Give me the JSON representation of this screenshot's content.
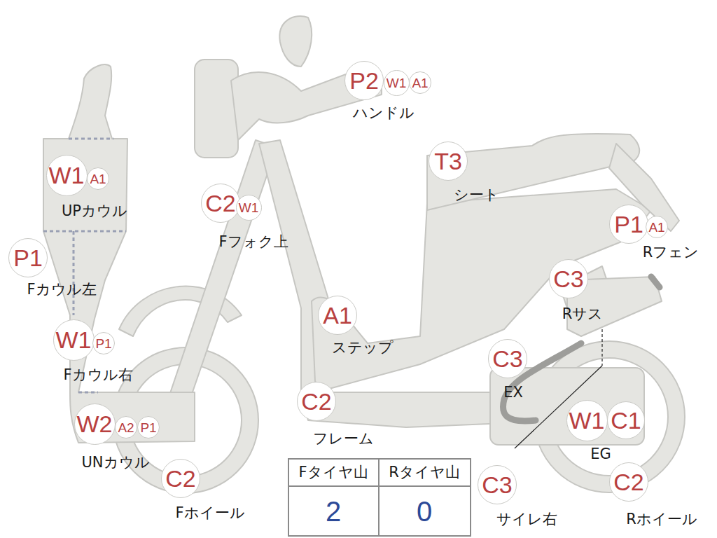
{
  "diagram": {
    "nodes": [
      {
        "text": [
          "P2"
        ]
      },
      {
        "text": [
          "W1"
        ]
      },
      {
        "text": [
          "A1"
        ]
      },
      {
        "text": [
          "T3"
        ]
      },
      {
        "text": [
          "W1"
        ]
      },
      {
        "text": [
          "A1"
        ]
      },
      {
        "text": [
          "C2"
        ]
      },
      {
        "text": [
          "W1"
        ]
      },
      {
        "text": [
          "P1"
        ]
      },
      {
        "text": [
          "A1"
        ]
      },
      {
        "text": [
          "P1"
        ]
      },
      {
        "text": [
          "C3"
        ]
      },
      {
        "text": [
          "A1"
        ]
      },
      {
        "text": [
          "W1"
        ]
      },
      {
        "text": [
          "P1"
        ]
      },
      {
        "text": [
          "C3"
        ]
      },
      {
        "text": [
          "C2"
        ]
      },
      {
        "text": [
          "W1"
        ]
      },
      {
        "text": [
          "C1"
        ]
      },
      {
        "text": [
          "W2"
        ]
      },
      {
        "text": [
          "A2"
        ]
      },
      {
        "text": [
          "P1"
        ]
      },
      {
        "text": [
          "C2"
        ]
      },
      {
        "text": [
          "C3"
        ]
      },
      {
        "text": [
          "C2"
        ]
      }
    ],
    "labels": [
      "ハンドル",
      "UPカウル",
      "Fカウル左",
      "Fカウル右",
      "UNカウル",
      "Fホイール",
      "Fフォク上",
      "ステップ",
      "フレーム",
      "シート",
      "Rフェン",
      "Rサス",
      "EX",
      "EG",
      "Rホイール",
      "サイレ右",
      "Fタイヤ山",
      "Rタイヤ山",
      "2",
      "0"
    ]
  }
}
